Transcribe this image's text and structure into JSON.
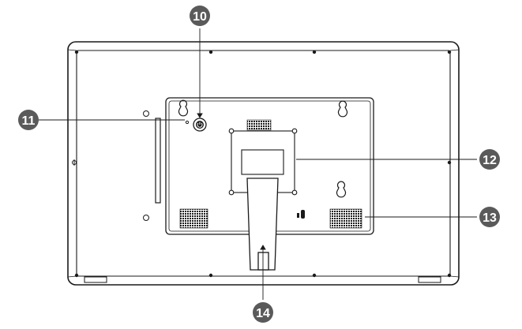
{
  "colors": {
    "line": "#1a1a1a",
    "badge_fill": "#5a5a5a",
    "badge_text": "#ffffff",
    "background": "#ffffff"
  },
  "callouts": [
    {
      "id": "c10",
      "label": "10"
    },
    {
      "id": "c11",
      "label": "11"
    },
    {
      "id": "c12",
      "label": "12"
    },
    {
      "id": "c13",
      "label": "13"
    },
    {
      "id": "c14",
      "label": "14"
    }
  ],
  "icons": {
    "power": "power-icon",
    "keyhole": "keyhole-mount-icon",
    "lock": "security-lock-icon"
  }
}
